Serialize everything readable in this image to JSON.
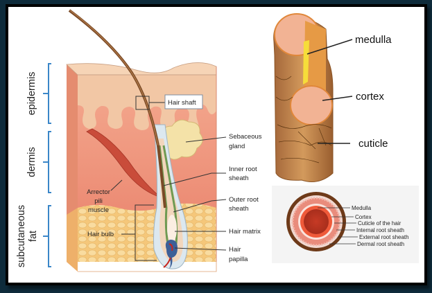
{
  "layers": {
    "epidermis": "epidermis",
    "dermis": "dermis",
    "subcutaneous_1": "subcutaneous",
    "subcutaneous_2": "fat"
  },
  "follicle_labels": {
    "hair_shaft": "Hair shaft",
    "sebaceous_1": "Sebaceous",
    "sebaceous_2": "gland",
    "inner_root_1": "Inner root",
    "inner_root_2": "sheath",
    "outer_root_1": "Outer root",
    "outer_root_2": "sheath",
    "hair_matrix": "Hair matrix",
    "hair_papilla_1": "Hair",
    "hair_papilla_2": "papilla",
    "arrector_1": "Arrector",
    "arrector_2": "pili",
    "arrector_3": "muscle",
    "hair_bulb": "Hair bulb"
  },
  "shaft_labels": {
    "medulla": "medulla",
    "cortex": "cortex",
    "cuticle": "cuticle"
  },
  "cross_section_labels": [
    "Medulla",
    "Cortex",
    "Cuticle of the hair",
    "Internal root sheath",
    "External root sheath",
    "Dermal root sheath"
  ],
  "colors": {
    "bracket": "#3a86c8",
    "frame_bg": "#0e2b3b"
  }
}
